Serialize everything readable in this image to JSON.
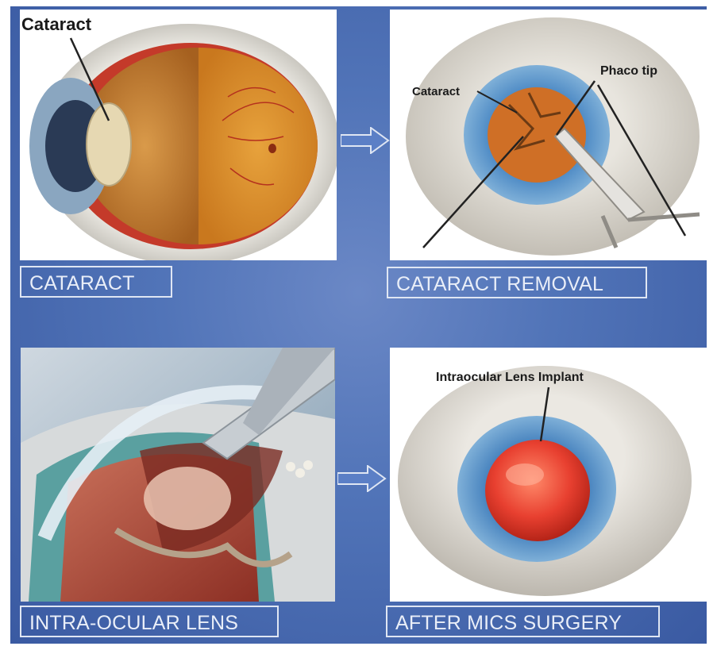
{
  "panels": {
    "cataract": {
      "image_label": "Cataract",
      "caption": "CATARACT"
    },
    "removal": {
      "label_cataract": "Cataract",
      "label_phaco": "Phaco tip",
      "caption": "CATARACT REMOVAL"
    },
    "iol": {
      "caption": "INTRA-OCULAR LENS"
    },
    "after": {
      "label_implant": "Intraocular Lens Implant",
      "caption": "AFTER MICS SURGERY"
    }
  },
  "colors": {
    "background": "#5174b8",
    "caption_border": "#dfe6f3",
    "arrow_fill": "#5b7fc6",
    "iris_blue": "#4f8fc8",
    "lens_orange": "#d97a2b",
    "implant_red": "#e84030"
  },
  "icons": [
    "right-arrow-icon",
    "right-arrow-icon"
  ]
}
